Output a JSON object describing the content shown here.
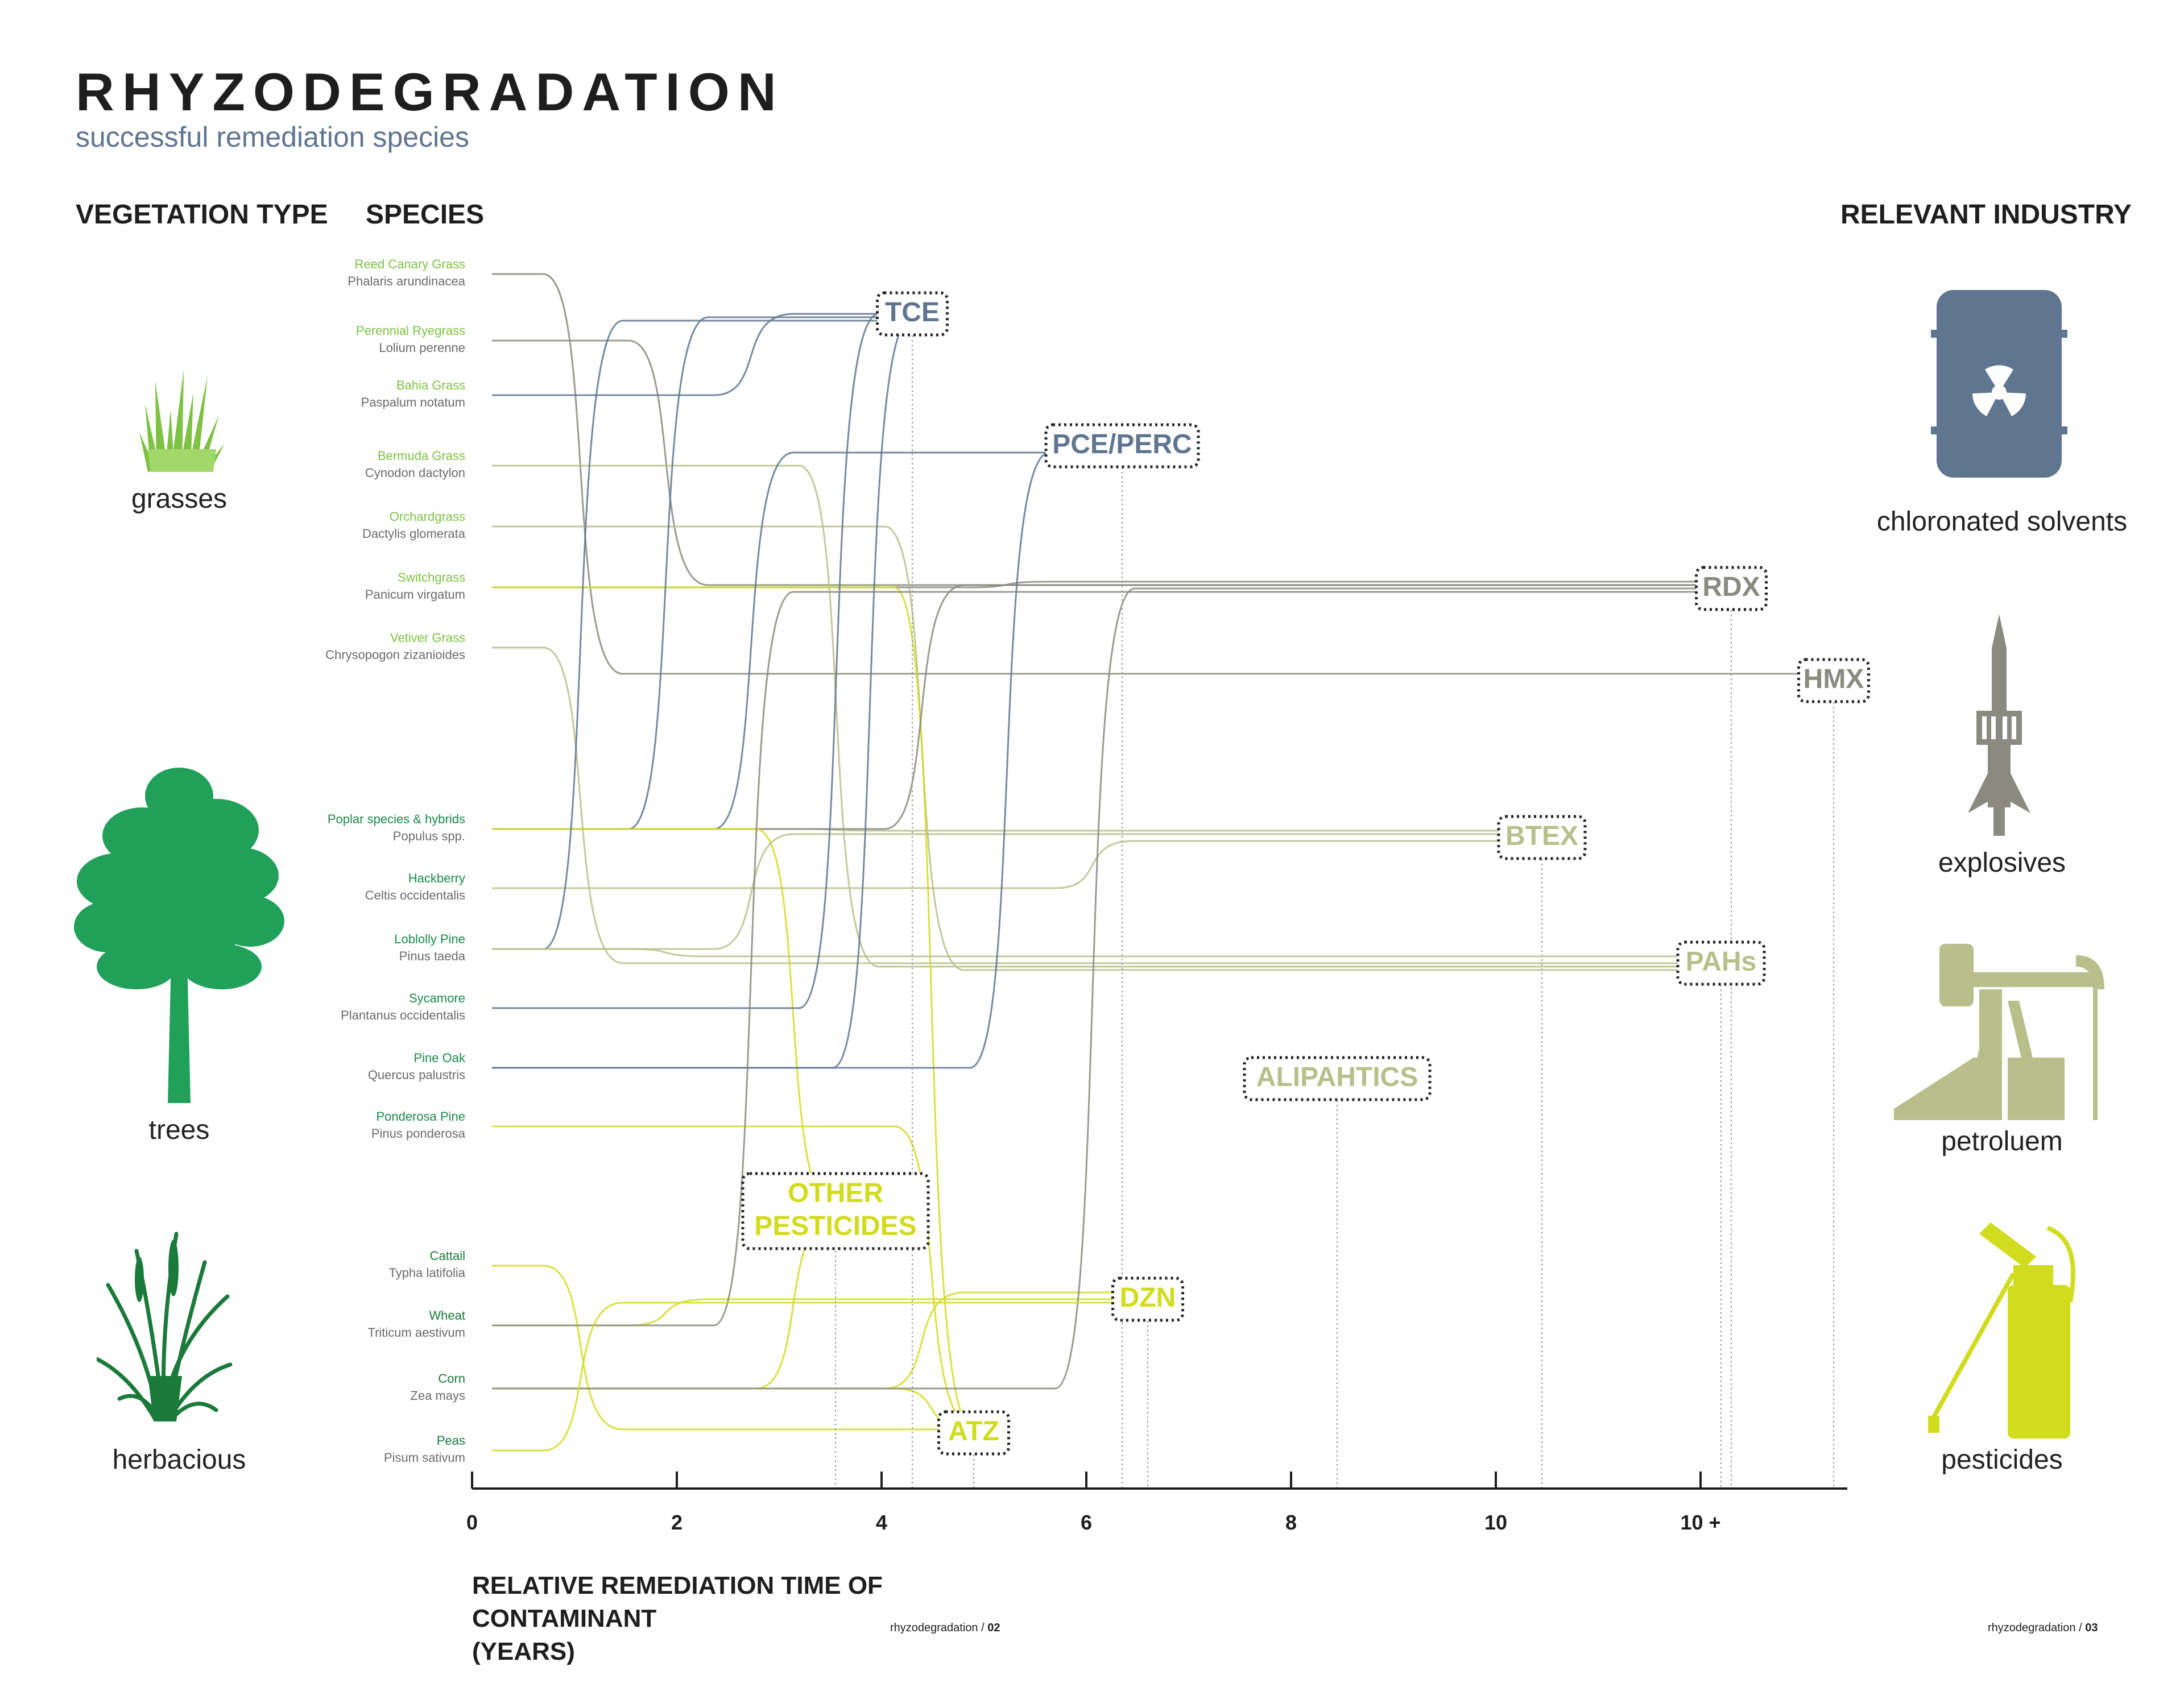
{
  "title": "RHYZODEGRADATION",
  "subtitle": "successful remediation species",
  "headers": {
    "vegetation_type": "VEGETATION TYPE",
    "species": "SPECIES",
    "relevant_industry": "RELEVANT INDUSTRY"
  },
  "vegetation_types": [
    "grasses",
    "trees",
    "herbacious"
  ],
  "industries": [
    "chloronated solvents",
    "explosives",
    "petroluem",
    "pesticides"
  ],
  "species": [
    {
      "common": "Reed Canary Grass",
      "latin": "Phalaris arundinacea",
      "group": "grasses"
    },
    {
      "common": "Perennial Ryegrass",
      "latin": "Lolium perenne",
      "group": "grasses"
    },
    {
      "common": "Bahia Grass",
      "latin": "Paspalum notatum",
      "group": "grasses"
    },
    {
      "common": "Bermuda Grass",
      "latin": "Cynodon dactylon",
      "group": "grasses"
    },
    {
      "common": "Orchardgrass",
      "latin": "Dactylis glomerata",
      "group": "grasses"
    },
    {
      "common": "Switchgrass",
      "latin": "Panicum virgatum",
      "group": "grasses"
    },
    {
      "common": "Vetiver Grass",
      "latin": "Chrysopogon zizanioides",
      "group": "grasses"
    },
    {
      "common": "Poplar species & hybrids",
      "latin": "Populus spp.",
      "group": "trees"
    },
    {
      "common": "Hackberry",
      "latin": "Celtis occidentalis",
      "group": "trees"
    },
    {
      "common": "Loblolly Pine",
      "latin": "Pinus taeda",
      "group": "trees"
    },
    {
      "common": "Sycamore",
      "latin": "Plantanus occidentalis",
      "group": "trees"
    },
    {
      "common": "Pine Oak",
      "latin": "Quercus palustris",
      "group": "trees"
    },
    {
      "common": "Ponderosa Pine",
      "latin": "Pinus ponderosa",
      "group": "trees"
    },
    {
      "common": "Cattail",
      "latin": "Typha latifolia",
      "group": "herbacious"
    },
    {
      "common": "Wheat",
      "latin": "Triticum aestivum",
      "group": "herbacious"
    },
    {
      "common": "Corn",
      "latin": "Zea mays",
      "group": "herbacious"
    },
    {
      "common": "Peas",
      "latin": "Pisum sativum",
      "group": "herbacious"
    }
  ],
  "contaminants": [
    {
      "label": "TCE",
      "time": 4.3,
      "industry": "chloronated solvents"
    },
    {
      "label": "PCE/PERC",
      "time": 6.35,
      "industry": "chloronated solvents"
    },
    {
      "label": "RDX",
      "time": 12.3,
      "industry": "explosives"
    },
    {
      "label": "HMX",
      "time": 13.3,
      "industry": "explosives"
    },
    {
      "label": "BTEX",
      "time": 10.45,
      "industry": "petroluem"
    },
    {
      "label": "PAHs",
      "time": 12.2,
      "industry": "petroluem"
    },
    {
      "label": "ALIPAHTICS",
      "time": 8.45,
      "industry": "petroluem"
    },
    {
      "label": "OTHER PESTICIDES",
      "time": 3.55,
      "industry": "pesticides"
    },
    {
      "label": "DZN",
      "time": 6.6,
      "industry": "pesticides"
    },
    {
      "label": "ATZ",
      "time": 4.9,
      "industry": "pesticides"
    }
  ],
  "links": [
    [
      "Reed Canary Grass",
      "HMX"
    ],
    [
      "Perennial Ryegrass",
      "RDX"
    ],
    [
      "Bahia Grass",
      "TCE"
    ],
    [
      "Bermuda Grass",
      "PAHs"
    ],
    [
      "Orchardgrass",
      "PAHs"
    ],
    [
      "Switchgrass",
      "RDX"
    ],
    [
      "Switchgrass",
      "ATZ"
    ],
    [
      "Vetiver Grass",
      "PAHs"
    ],
    [
      "Poplar species & hybrids",
      "TCE"
    ],
    [
      "Poplar species & hybrids",
      "PCE/PERC"
    ],
    [
      "Poplar species & hybrids",
      "BTEX"
    ],
    [
      "Poplar species & hybrids",
      "RDX"
    ],
    [
      "Poplar species & hybrids",
      "OTHER PESTICIDES"
    ],
    [
      "Hackberry",
      "BTEX"
    ],
    [
      "Loblolly Pine",
      "TCE"
    ],
    [
      "Loblolly Pine",
      "PAHs"
    ],
    [
      "Loblolly Pine",
      "BTEX"
    ],
    [
      "Sycamore",
      "TCE"
    ],
    [
      "Pine Oak",
      "TCE"
    ],
    [
      "Pine Oak",
      "PCE/PERC"
    ],
    [
      "Ponderosa Pine",
      "ATZ"
    ],
    [
      "Cattail",
      "ATZ"
    ],
    [
      "Wheat",
      "DZN"
    ],
    [
      "Wheat",
      "RDX"
    ],
    [
      "Corn",
      "OTHER PESTICIDES"
    ],
    [
      "Corn",
      "DZN"
    ],
    [
      "Corn",
      "ATZ"
    ],
    [
      "Corn",
      "RDX"
    ],
    [
      "Peas",
      "DZN"
    ]
  ],
  "axis": {
    "ticks": [
      "0",
      "2",
      "4",
      "6",
      "8",
      "10",
      "10 +"
    ],
    "label_line1": "RELATIVE REMEDIATION TIME OF CONTAMINANT",
    "label_line2": "(YEARS)"
  },
  "footer": {
    "left_text": "rhyzodegradation / ",
    "left_page": "02",
    "right_text": "rhyzodegradation / ",
    "right_page": "03"
  },
  "colors": {
    "grass_green": "#7dc243",
    "tree_green": "#1a8a4a",
    "herb_green": "#1a7a3a",
    "solvent_blue": "#5f7590",
    "explosive_grey": "#8a8a80",
    "petroleum_khaki": "#b8bf8a",
    "pesticide_yellow": "#d2dc1e",
    "axis": "#1e1e1e"
  },
  "icons": {
    "grasses": "grass-tuft-icon",
    "trees": "tree-icon",
    "herbacious": "reed-plant-icon",
    "chloronated solvents": "radioactive-barrel-icon",
    "explosives": "missile-icon",
    "petroluem": "pumpjack-icon",
    "pesticides": "sprayer-icon"
  }
}
